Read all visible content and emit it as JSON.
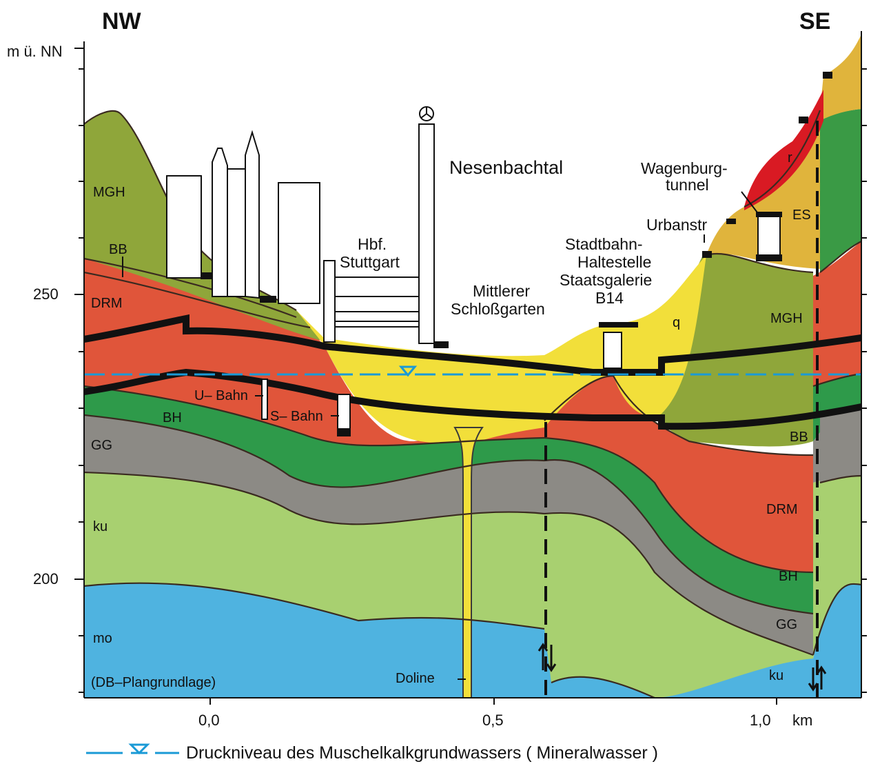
{
  "directions": {
    "left": "NW",
    "right": "SE"
  },
  "y_axis": {
    "unit": "m ü. NN",
    "ticks": [
      "250",
      "200"
    ]
  },
  "x_axis": {
    "ticks": [
      "0,0",
      "0,5",
      "1,0"
    ],
    "unit": "km"
  },
  "layers_left": [
    "MGH",
    "BB",
    "DRM",
    "BH",
    "GG",
    "ku",
    "mo"
  ],
  "layers_right": [
    "r",
    "ES",
    "MGH",
    "q",
    "BB",
    "DRM",
    "BH",
    "GG",
    "ku"
  ],
  "labels": {
    "nesenbachtal": "Nesenbachtal",
    "hbf_line1": "Hbf.",
    "hbf_line2": "Stuttgart",
    "mittlerer_line1": "Mittlerer",
    "mittlerer_line2": "Schloßgarten",
    "stadtbahn_line1": "Stadtbahn-",
    "stadtbahn_line2": "Haltestelle",
    "stadtbahn_line3": "Staatsgalerie",
    "stadtbahn_line4": "B14",
    "wagenburg_line1": "Wagenburg-",
    "wagenburg_line2": "tunnel",
    "urbanstr": "Urbanstr",
    "ubahn": "U– Bahn",
    "sbahn": "S– Bahn",
    "doline": "Doline",
    "db_plan": "(DB–Plangrundlage)"
  },
  "legend": {
    "text": "Druckniveau des Muschelkalkgrundwassers ( Mineralwasser )"
  },
  "colors": {
    "mgh": "#8fa63a",
    "drm": "#e0553a",
    "bh": "#2e9a4a",
    "gg": "#8c8a85",
    "ku": "#a8d070",
    "mo": "#4fb3e0",
    "q": "#f2df3a",
    "es": "#e0b43c",
    "r": "#d91a23",
    "water_level": "#1a9ad6"
  }
}
